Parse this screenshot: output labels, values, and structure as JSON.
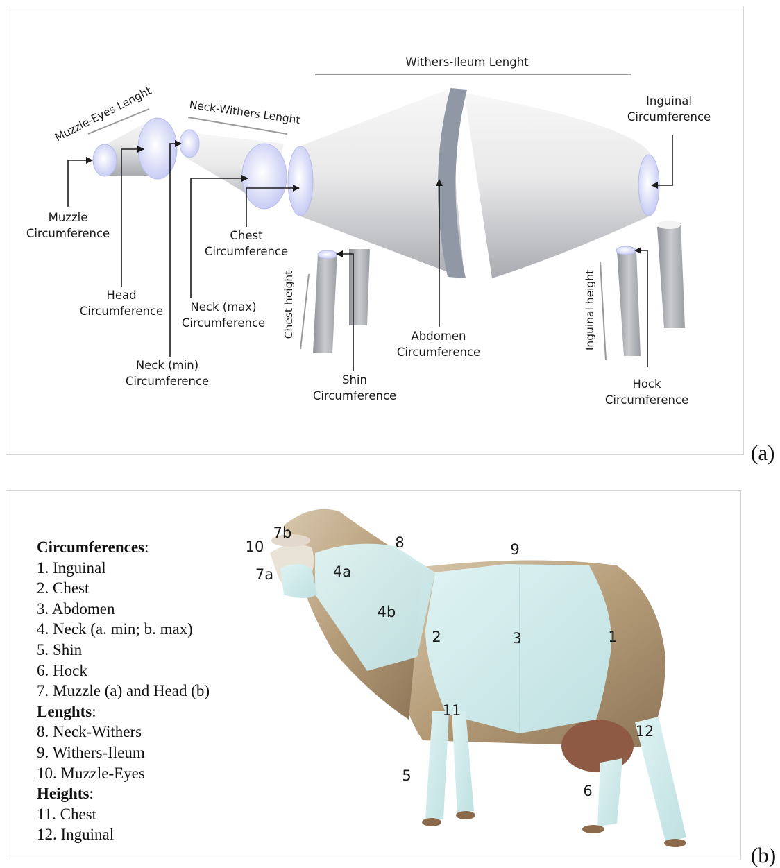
{
  "panel_a": {
    "tag": "(a)",
    "labels": {
      "withers_ileum_length": "Withers-Ileum Lenght",
      "muzzle_eyes_length": "Muzzle-Eyes Lenght",
      "neck_withers_length": "Neck-Withers Lenght",
      "inguinal_1": "Inguinal",
      "inguinal_2": "Circumference",
      "muzzle_1": "Muzzle",
      "muzzle_2": "Circumference",
      "chest_1": "Chest",
      "chest_2": "Circumference",
      "head_1": "Head",
      "head_2": "Circumference",
      "neck_max_1": "Neck (max)",
      "neck_max_2": "Circumference",
      "neck_min_1": "Neck (min)",
      "neck_min_2": "Circumference",
      "chest_height": "Chest height",
      "inguinal_height": "Inguinal height",
      "abdomen_1": "Abdomen",
      "abdomen_2": "Circumference",
      "shin_1": "Shin",
      "shin_2": "Circumference",
      "hock_1": "Hock",
      "hock_2": "Circumference"
    }
  },
  "panel_b": {
    "tag": "(b)",
    "legend": {
      "circ_head": "Circumferences",
      "circ_items": [
        "1. Inguinal",
        "2. Chest",
        "3. Abdomen",
        "4. Neck (a. min; b. max)",
        "5. Shin",
        "6. Hock",
        "7. Muzzle (a) and Head (b)"
      ],
      "len_head": "Lenghts",
      "len_items": [
        "8. Neck-Withers",
        "9. Withers-Ileum",
        "10.  Muzzle-Eyes"
      ],
      "hgt_head": "Heights",
      "hgt_items": [
        "11. Chest",
        "12. Inguinal"
      ]
    },
    "markers": {
      "m10": "10",
      "m7b": "7b",
      "m7a": "7a",
      "m8": "8",
      "m9": "9",
      "m4a": "4a",
      "m4b": "4b",
      "m2": "2",
      "m3": "3",
      "m1": "1",
      "m11": "11",
      "m12": "12",
      "m5": "5",
      "m6": "6"
    }
  },
  "colors": {
    "cylinder_gray": "#b5b8bc",
    "end_face_blue": "#c8cef4",
    "overlay_cyan": "#cfeaea",
    "wool": "#a88e6e"
  }
}
